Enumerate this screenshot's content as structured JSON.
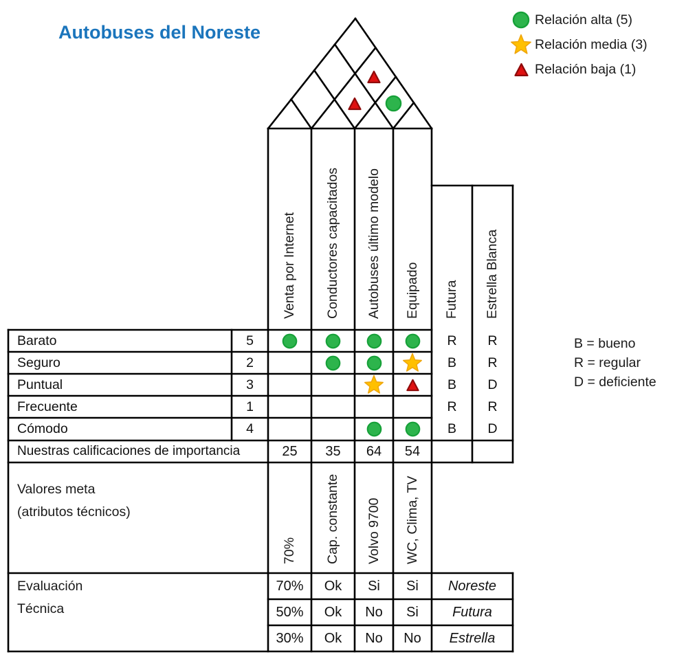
{
  "title": "Autobuses del Noreste",
  "colors": {
    "title": "#1b75bc",
    "alta_fill": "#2db44c",
    "alta_border": "#16a038",
    "media_fill": "#ffc000",
    "media_border": "#efa60d",
    "baja_fill": "#df1111",
    "baja_border": "#8f0a0a"
  },
  "legend": {
    "items": [
      {
        "symbol": "alta",
        "label": "Relación alta (5)"
      },
      {
        "symbol": "media",
        "label": "Relación media (3)"
      },
      {
        "symbol": "baja",
        "label": "Relación baja (1)"
      }
    ]
  },
  "technical_attributes": [
    "Venta por Internet",
    "Conductores capacitados",
    "Autobuses último modelo",
    "Equipado"
  ],
  "competitors": [
    "Futura",
    "Estrella Blanca"
  ],
  "roof": {
    "correlations": [
      {
        "columns": [
          2,
          3
        ],
        "symbol": "baja"
      },
      {
        "columns": [
          3,
          4
        ],
        "symbol": "alta"
      },
      {
        "columns": [
          2,
          4
        ],
        "symbol": "baja"
      }
    ]
  },
  "customer_requirements": [
    {
      "label": "Barato",
      "weight": "5",
      "relationships": [
        "alta",
        "alta",
        "alta",
        "alta"
      ],
      "competitor_ratings": [
        "R",
        "R"
      ]
    },
    {
      "label": "Seguro",
      "weight": "2",
      "relationships": [
        "",
        "alta",
        "alta",
        "media"
      ],
      "competitor_ratings": [
        "B",
        "R"
      ]
    },
    {
      "label": "Puntual",
      "weight": "3",
      "relationships": [
        "",
        "",
        "media",
        "baja"
      ],
      "competitor_ratings": [
        "B",
        "D"
      ]
    },
    {
      "label": "Frecuente",
      "weight": "1",
      "relationships": [
        "",
        "",
        "",
        ""
      ],
      "competitor_ratings": [
        "R",
        "R"
      ]
    },
    {
      "label": "Cómodo",
      "weight": "4",
      "relationships": [
        "",
        "",
        "alta",
        "alta"
      ],
      "competitor_ratings": [
        "B",
        "D"
      ]
    }
  ],
  "importance": {
    "label": "Nuestras calificaciones de importancia",
    "values": [
      "25",
      "35",
      "64",
      "54"
    ]
  },
  "rating_key": [
    "B = bueno",
    "R = regular",
    "D = deficiente"
  ],
  "target_values": {
    "label_line1": "Valores meta",
    "label_line2": "(atributos técnicos)",
    "values": [
      "70%",
      "Cap. constante",
      "Volvo 9700",
      "WC, Clima, TV"
    ]
  },
  "technical_evaluation": {
    "label_line1": "Evaluación",
    "label_line2": "Técnica",
    "rows": [
      {
        "values": [
          "70%",
          "Ok",
          "Si",
          "Si"
        ],
        "company": "Noreste"
      },
      {
        "values": [
          "50%",
          "Ok",
          "No",
          "Si"
        ],
        "company": "Futura"
      },
      {
        "values": [
          "30%",
          "Ok",
          "No",
          "No"
        ],
        "company": "Estrella"
      }
    ]
  }
}
